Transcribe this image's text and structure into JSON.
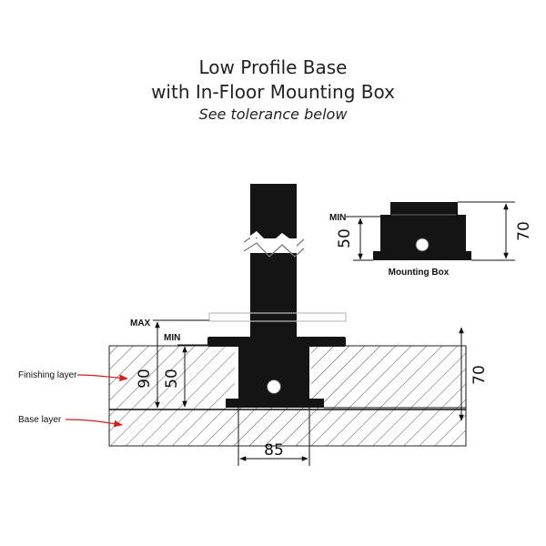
{
  "title": {
    "line1": "Low Profile Base",
    "line2": "with In-Floor Mounting Box",
    "line3": "See tolerance below"
  },
  "mounting_box_inset": {
    "label": "Mounting Box",
    "min_label": "MIN",
    "dim_min": "50",
    "dim_total": "70"
  },
  "section": {
    "max_label": "MAX",
    "min_label": "MIN",
    "dim_90": "90",
    "dim_50": "50",
    "dim_70": "70",
    "dim_85": "85",
    "finishing_layer": "Finishing layer",
    "base_layer": "Base layer"
  },
  "colors": {
    "metal": "#141414",
    "line": "#111111",
    "hatch": "#555555",
    "arrow": "#d21f1f",
    "ghost": "#bdbdbd"
  }
}
